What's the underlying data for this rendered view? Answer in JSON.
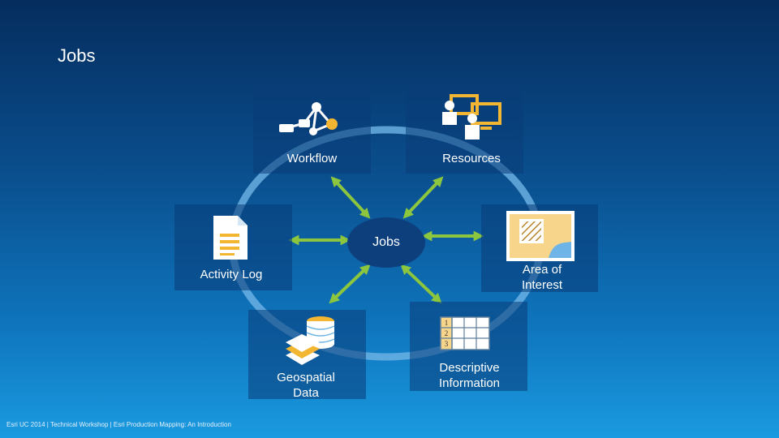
{
  "slide": {
    "title": "Jobs",
    "hub_label": "Jobs",
    "footer": "Esri UC 2014 | Technical Workshop | Esri Production Mapping: An Introduction"
  },
  "nodes": {
    "workflow": {
      "label": "Workflow",
      "icon": "workflow-icon"
    },
    "resources": {
      "label": "Resources",
      "icon": "users-computers-icon"
    },
    "activity_log": {
      "label": "Activity Log",
      "icon": "document-icon"
    },
    "area_of_interest": {
      "label_line1": "Area of",
      "label_line2": "Interest",
      "icon": "map-area-icon"
    },
    "geospatial_data": {
      "label_line1": "Geospatial",
      "label_line2": "Data",
      "icon": "layers-database-icon"
    },
    "descriptive_information": {
      "label_line1": "Descriptive",
      "label_line2": "Information",
      "icon": "table-icon",
      "table_rows": [
        "1",
        "2",
        "3"
      ]
    }
  },
  "colors": {
    "ring": "#6fb4e6",
    "arrow": "#8cc63f",
    "icon_yellow": "#f2b632",
    "hub": "#0d3f7c"
  }
}
